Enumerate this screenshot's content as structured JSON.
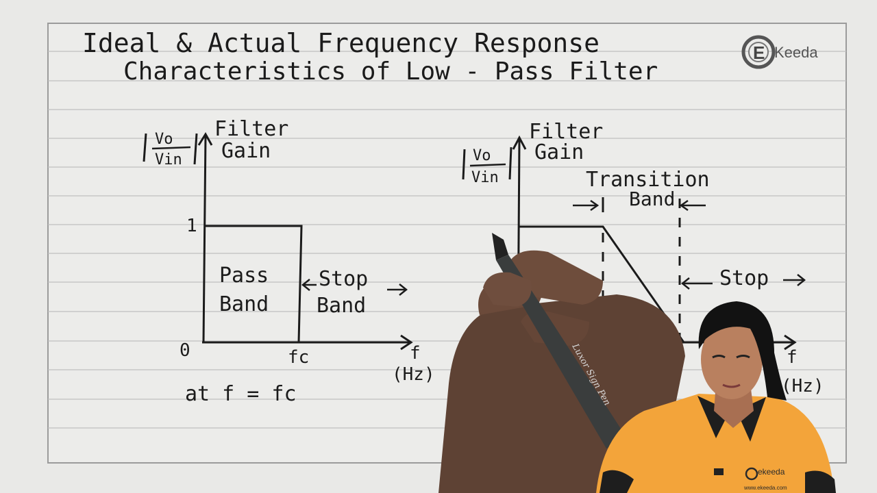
{
  "title": {
    "line1": "Ideal & Actual Frequency Response",
    "line2": "Characteristics of  Low - Pass Filter"
  },
  "logo": {
    "text": "Keeda",
    "letter": "E",
    "icon": "ekeeda-logo-icon",
    "shirt_text": "ekeeda",
    "shirt_url": "www.ekeeda.com"
  },
  "ideal_graph": {
    "y_axis_ratio_top": "Vo",
    "y_axis_ratio_bottom": "Vin",
    "y_axis_label_line1": "Filter",
    "y_axis_label_line2": "Gain",
    "tick_one": "1",
    "origin": "0",
    "pass_band_line1": "Pass",
    "pass_band_line2": "Band",
    "stop_band_line1": "Stop",
    "stop_band_line2": "Band",
    "fc_label": "fc",
    "x_axis_label_line1": "f",
    "x_axis_label_line2": "(Hz)",
    "note": "at  f = fc"
  },
  "actual_graph": {
    "y_axis_ratio_top": "Vo",
    "y_axis_ratio_bottom": "Vin",
    "y_axis_label_line1": "Filter",
    "y_axis_label_line2": "Gain",
    "transition_line1": "Transition",
    "transition_line2": "Band",
    "stop_band_line1": "Stop",
    "x_axis_label_line1": "f",
    "x_axis_label_line2": "(Hz)"
  },
  "pen_text": "Luxor Sign Pen",
  "colors": {
    "paper": "#ececea",
    "ink": "#1b1b1b",
    "rule_line": "#bdbdbd",
    "shirt": "#f3a43a",
    "collar": "#1e1e1e",
    "skin": "#6a4a3a"
  }
}
